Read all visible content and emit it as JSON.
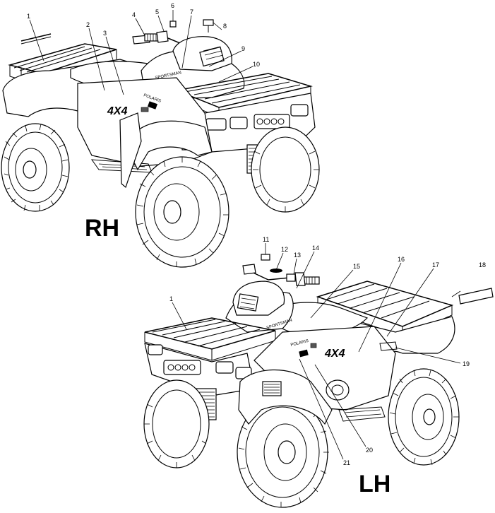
{
  "views": [
    {
      "id": "rh",
      "label": "RH",
      "callouts": [
        "1",
        "2",
        "3",
        "4",
        "5",
        "6",
        "7",
        "8",
        "9",
        "10"
      ]
    },
    {
      "id": "lh",
      "label": "LH",
      "callouts": [
        "1",
        "11",
        "12",
        "13",
        "14",
        "15",
        "16",
        "17",
        "18",
        "19",
        "20",
        "21"
      ]
    }
  ],
  "decals": {
    "four_by_four": "4X4",
    "brand": "POLARIS",
    "model": "SPORTSMAN"
  },
  "colors": {
    "line": "#000000",
    "background": "#ffffff"
  }
}
